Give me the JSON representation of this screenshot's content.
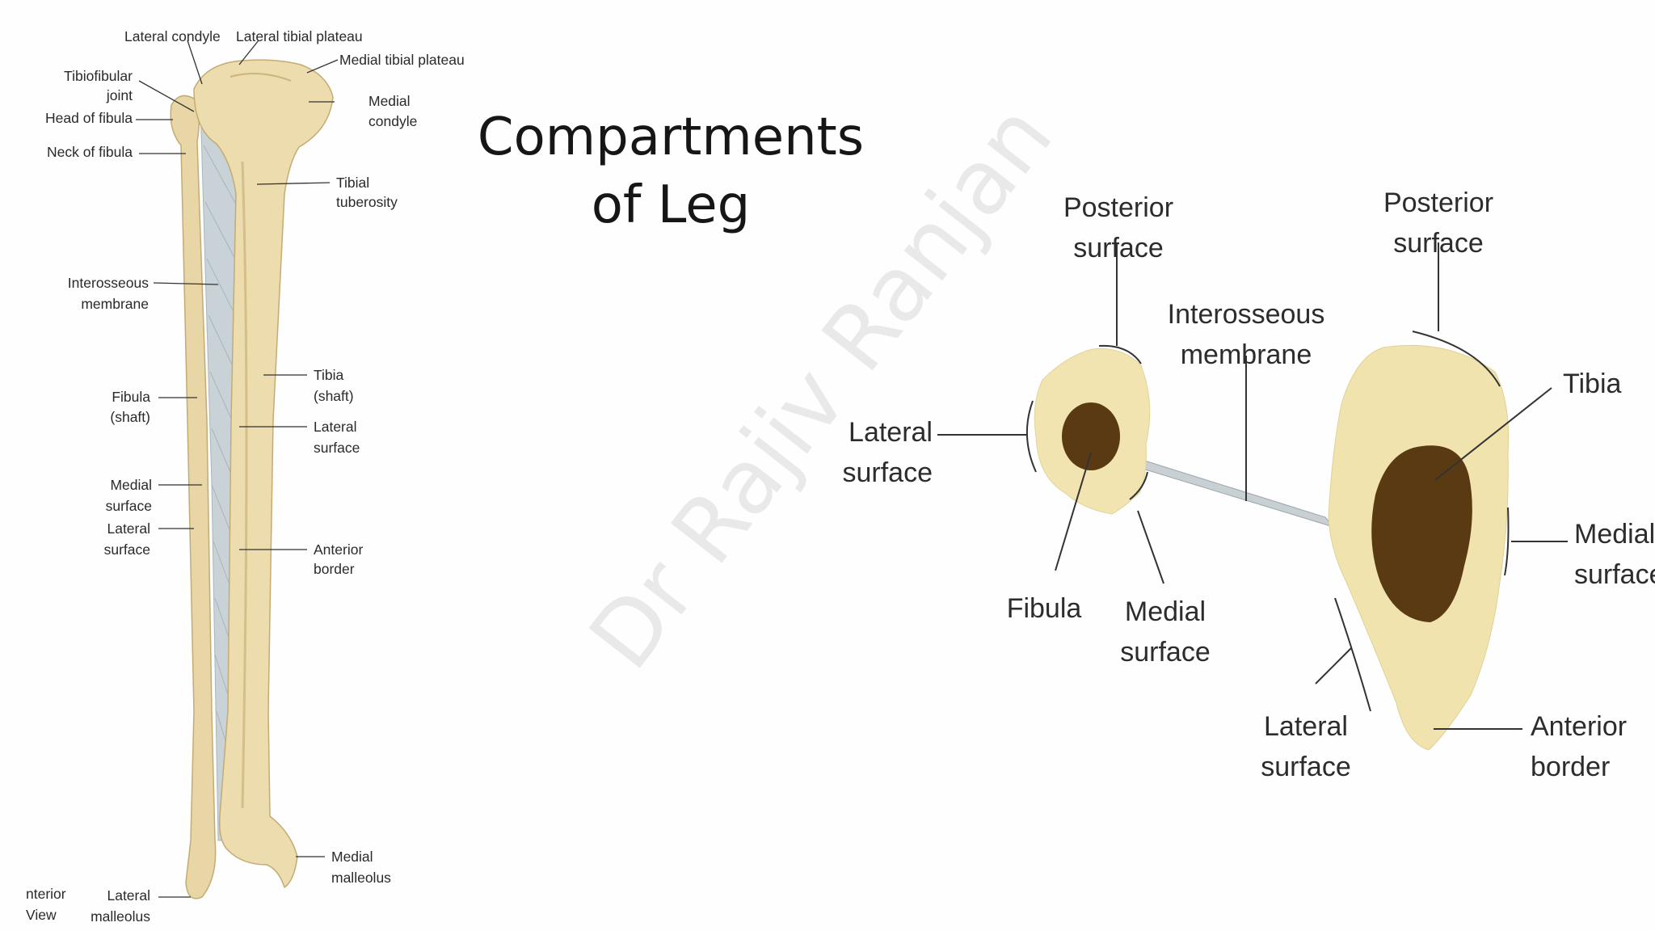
{
  "title": {
    "line1": "Compartments",
    "line2": "of Leg"
  },
  "watermark": "Dr Rajiv Ranjan",
  "colors": {
    "bone": "#EADBAA",
    "bone_shade": "#D9C48E",
    "membrane": "#C9D2D6",
    "marrow": "#5A3A12",
    "section_fill": "#F0E3AE",
    "text": "#2a2a2a"
  },
  "left_labels": {
    "lateral_condyle": "Lateral condyle",
    "lateral_tibial_plateau": "Lateral tibial plateau",
    "medial_tibial_plateau": "Medial tibial plateau",
    "tibiofibular_1": "Tibiofibular",
    "tibiofibular_2": "joint",
    "head_of_fibula": "Head of fibula",
    "neck_of_fibula": "Neck of fibula",
    "medial_condyle_1": "Medial",
    "medial_condyle_2": "condyle",
    "tibial_tuberosity_1": "Tibial",
    "tibial_tuberosity_2": "tuberosity",
    "interosseous_1": "Interosseous",
    "interosseous_2": "membrane",
    "fibula_shaft_1": "Fibula",
    "fibula_shaft_2": "(shaft)",
    "tibia_shaft_1": "Tibia",
    "tibia_shaft_2": "(shaft)",
    "lateral_surface_tibia_1": "Lateral",
    "lateral_surface_tibia_2": "surface",
    "medial_surface_fibula_1": "Medial",
    "medial_surface_fibula_2": "surface",
    "lateral_surface_fibula_1": "Lateral",
    "lateral_surface_fibula_2": "surface",
    "anterior_border_1": "Anterior",
    "anterior_border_2": "border",
    "medial_malleolus_1": "Medial",
    "medial_malleolus_2": "malleolus",
    "lateral_malleolus_1": "Lateral",
    "lateral_malleolus_2": "malleolus",
    "view_1": "nterior",
    "view_2": "View"
  },
  "right_labels": {
    "posterior_fibula_1": "Posterior",
    "posterior_fibula_2": "surface",
    "interosseous_1": "Interosseous",
    "interosseous_2": "membrane",
    "posterior_tibia_1": "Posterior",
    "posterior_tibia_2": "surface",
    "tibia": "Tibia",
    "lateral_fibula_1": "Lateral",
    "lateral_fibula_2": "surface",
    "medial_tibia_1": "Medial",
    "medial_tibia_2": "surface",
    "fibula": "Fibula",
    "medial_fibula_1": "Medial",
    "medial_fibula_2": "surface",
    "lateral_tibia_1": "Lateral",
    "lateral_tibia_2": "surface",
    "anterior_border_1": "Anterior",
    "anterior_border_2": "border"
  }
}
